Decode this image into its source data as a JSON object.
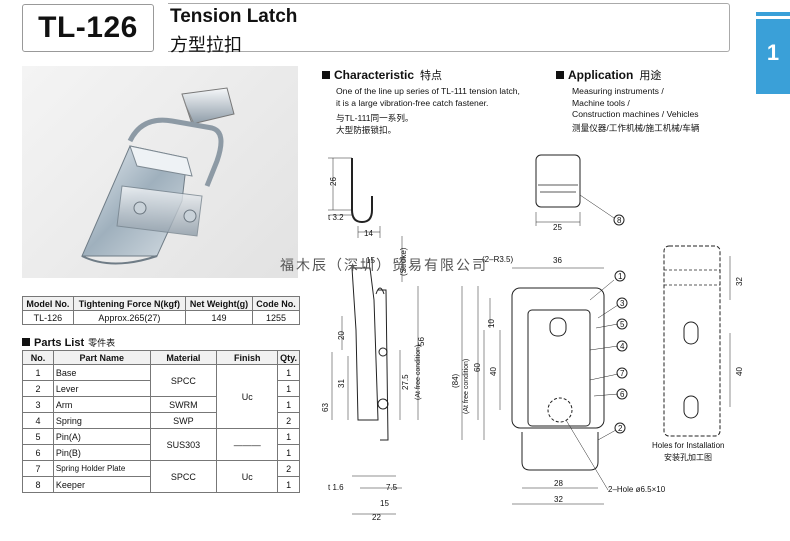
{
  "header": {
    "model": "TL-126",
    "title_en": "Tension Latch",
    "title_cn": "方型拉扣",
    "side_tab": "1"
  },
  "characteristic": {
    "title": "Characteristic",
    "title_cn": "特点",
    "text_en_1": "One of the line up series of TL-111 tension latch,",
    "text_en_2": "it is a large vibration-free catch fastener.",
    "text_cn_1": "与TL-111同一系列。",
    "text_cn_2": "大型防振锁扣。"
  },
  "application": {
    "title": "Application",
    "title_cn": "用途",
    "line1": "Measuring instruments /",
    "line2": "Machine tools /",
    "line3": "Construction machines / Vehicles",
    "line_cn": "测量仪器/工作机械/施工机械/车辆"
  },
  "spec_table": {
    "headers": [
      "Model No.",
      "Tightening Force N(kgf)",
      "Net Weight(g)",
      "Code No."
    ],
    "row": [
      "TL-126",
      "Approx.265(27)",
      "149",
      "1255"
    ]
  },
  "parts_list": {
    "title": "Parts List",
    "title_cn": "零件表",
    "headers": [
      "No.",
      "Part Name",
      "Material",
      "Finish",
      "Qty."
    ],
    "rows": [
      {
        "no": "1",
        "name": "Base",
        "qty": "1"
      },
      {
        "no": "2",
        "name": "Lever",
        "qty": "1"
      },
      {
        "no": "3",
        "name": "Arm",
        "qty": "1"
      },
      {
        "no": "4",
        "name": "Spring",
        "qty": "2"
      },
      {
        "no": "5",
        "name": "Pin(A)",
        "qty": "1"
      },
      {
        "no": "6",
        "name": "Pin(B)",
        "qty": "1"
      },
      {
        "no": "7",
        "name": "Spring Holder Plate",
        "qty": "2"
      },
      {
        "no": "8",
        "name": "Keeper",
        "qty": "1"
      }
    ],
    "materials": {
      "spcc1": "SPCC",
      "swrm": "SWRM",
      "swp": "SWP",
      "sus303": "SUS303",
      "spcc2": "SPCC"
    },
    "finishes": {
      "uc1": "Uc",
      "dash": "———",
      "uc2": "Uc"
    }
  },
  "drawing": {
    "dims": {
      "d26": "26",
      "t32": "t 3.2",
      "d14": "14",
      "d25": "25",
      "d36": "36",
      "r35": "(2–R3.5)",
      "d15a": "15",
      "stroke": "(Stroke)",
      "d20": "20",
      "d31": "31",
      "d63": "63",
      "d56": "56",
      "d275": "27.5",
      "afc1": "(At free condition)",
      "d84": "(84)",
      "afc2": "(At free condition)",
      "d10": "10",
      "d60": "60",
      "d40a": "40",
      "d32a": "32",
      "d40b": "40",
      "d28": "28",
      "d32b": "32",
      "t16": "t 1.6",
      "d75": "7.5",
      "d15b": "15",
      "d22": "22",
      "hole": "2–Hole ø6.5×10"
    },
    "callouts": [
      "1",
      "2",
      "3",
      "4",
      "5",
      "6",
      "7",
      "8"
    ],
    "holes_caption_en": "Holes for Installation",
    "holes_caption_cn": "安装孔加工图"
  },
  "watermark": "福木辰（深圳）贸易有限公司"
}
